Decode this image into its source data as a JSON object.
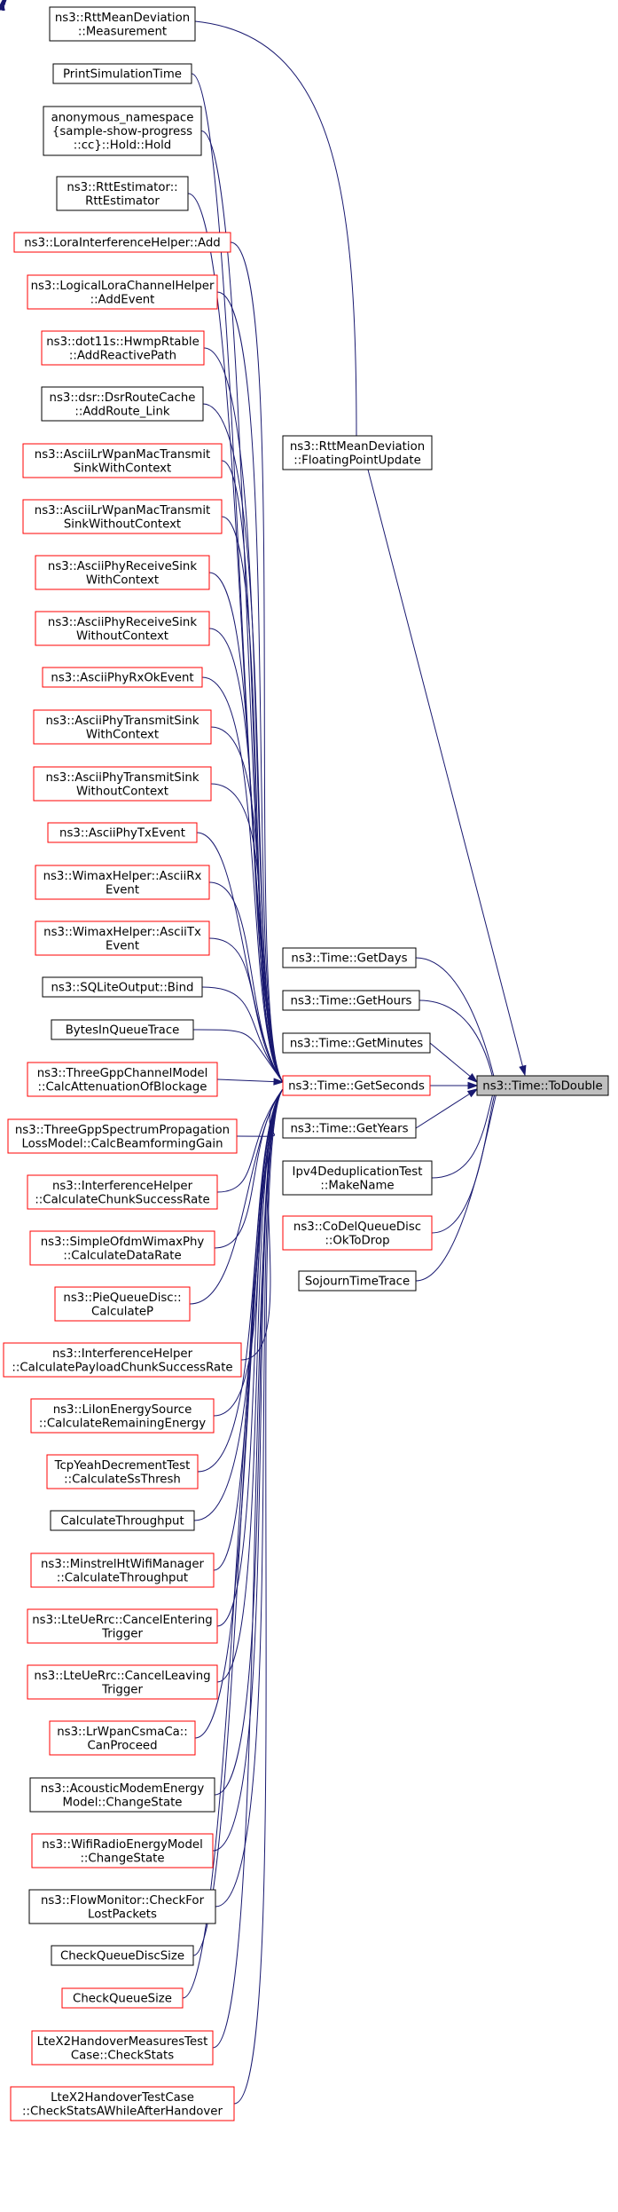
{
  "colors": {
    "edge": "#191970",
    "border_normal": "#000000",
    "border_linked_missing": "#ff0000",
    "target_fill": "#bfbfbf",
    "node_fill": "#ffffff"
  },
  "graph": {
    "target": {
      "id": "todouble",
      "lines": [
        "ns3::Time::ToDouble"
      ]
    },
    "direct_callers": [
      {
        "id": "floatingpoint",
        "lines": [
          "ns3::RttMeanDeviation",
          "::FloatingPointUpdate"
        ],
        "red": false
      },
      {
        "id": "getdays",
        "lines": [
          "ns3::Time::GetDays"
        ],
        "red": false
      },
      {
        "id": "gethours",
        "lines": [
          "ns3::Time::GetHours"
        ],
        "red": false
      },
      {
        "id": "getminutes",
        "lines": [
          "ns3::Time::GetMinutes"
        ],
        "red": false
      },
      {
        "id": "getseconds",
        "lines": [
          "ns3::Time::GetSeconds"
        ],
        "red": true
      },
      {
        "id": "getyears",
        "lines": [
          "ns3::Time::GetYears"
        ],
        "red": false
      },
      {
        "id": "ipv4dedup",
        "lines": [
          "Ipv4DeduplicationTest",
          "::MakeName"
        ],
        "red": false
      },
      {
        "id": "codel",
        "lines": [
          "ns3::CoDelQueueDisc",
          "::OkToDrop"
        ],
        "red": true
      },
      {
        "id": "sojourn",
        "lines": [
          "SojournTimeTrace"
        ],
        "red": false
      }
    ],
    "measurement_node": {
      "id": "measurement",
      "lines": [
        "ns3::RttMeanDeviation",
        "::Measurement"
      ],
      "red": false
    },
    "getseconds_callers": [
      {
        "lines": [
          "PrintSimulationTime"
        ],
        "red": false
      },
      {
        "lines": [
          "anonymous_namespace",
          "{sample-show-progress",
          "::cc}::Hold::Hold"
        ],
        "red": false
      },
      {
        "lines": [
          "ns3::RttEstimator::",
          "RttEstimator"
        ],
        "red": false
      },
      {
        "lines": [
          "ns3::LoraInterferenceHelper::Add"
        ],
        "red": true
      },
      {
        "lines": [
          "ns3::LogicalLoraChannelHelper",
          "::AddEvent"
        ],
        "red": true
      },
      {
        "lines": [
          "ns3::dot11s::HwmpRtable",
          "::AddReactivePath"
        ],
        "red": true
      },
      {
        "lines": [
          "ns3::dsr::DsrRouteCache",
          "::AddRoute_Link"
        ],
        "red": false
      },
      {
        "lines": [
          "ns3::AsciiLrWpanMacTransmit",
          "SinkWithContext"
        ],
        "red": true
      },
      {
        "lines": [
          "ns3::AsciiLrWpanMacTransmit",
          "SinkWithoutContext"
        ],
        "red": true
      },
      {
        "lines": [
          "ns3::AsciiPhyReceiveSink",
          "WithContext"
        ],
        "red": true
      },
      {
        "lines": [
          "ns3::AsciiPhyReceiveSink",
          "WithoutContext"
        ],
        "red": true
      },
      {
        "lines": [
          "ns3::AsciiPhyRxOkEvent"
        ],
        "red": true
      },
      {
        "lines": [
          "ns3::AsciiPhyTransmitSink",
          "WithContext"
        ],
        "red": true
      },
      {
        "lines": [
          "ns3::AsciiPhyTransmitSink",
          "WithoutContext"
        ],
        "red": true
      },
      {
        "lines": [
          "ns3::AsciiPhyTxEvent"
        ],
        "red": true
      },
      {
        "lines": [
          "ns3::WimaxHelper::AsciiRx",
          "Event"
        ],
        "red": true
      },
      {
        "lines": [
          "ns3::WimaxHelper::AsciiTx",
          "Event"
        ],
        "red": true
      },
      {
        "lines": [
          "ns3::SQLiteOutput::Bind"
        ],
        "red": false
      },
      {
        "lines": [
          "BytesInQueueTrace"
        ],
        "red": false
      },
      {
        "lines": [
          "ns3::ThreeGppChannelModel",
          "::CalcAttenuationOfBlockage"
        ],
        "red": true
      },
      {
        "lines": [
          "ns3::ThreeGppSpectrumPropagation",
          "LossModel::CalcBeamformingGain"
        ],
        "red": true
      },
      {
        "lines": [
          "ns3::InterferenceHelper",
          "::CalculateChunkSuccessRate"
        ],
        "red": true
      },
      {
        "lines": [
          "ns3::SimpleOfdmWimaxPhy",
          "::CalculateDataRate"
        ],
        "red": true
      },
      {
        "lines": [
          "ns3::PieQueueDisc::",
          "CalculateP"
        ],
        "red": true
      },
      {
        "lines": [
          "ns3::InterferenceHelper",
          "::CalculatePayloadChunkSuccessRate"
        ],
        "red": true
      },
      {
        "lines": [
          "ns3::LiIonEnergySource",
          "::CalculateRemainingEnergy"
        ],
        "red": true
      },
      {
        "lines": [
          "TcpYeahDecrementTest",
          "::CalculateSsThresh"
        ],
        "red": true
      },
      {
        "lines": [
          "CalculateThroughput"
        ],
        "red": false
      },
      {
        "lines": [
          "ns3::MinstrelHtWifiManager",
          "::CalculateThroughput"
        ],
        "red": true
      },
      {
        "lines": [
          "ns3::LteUeRrc::CancelEntering",
          "Trigger"
        ],
        "red": true
      },
      {
        "lines": [
          "ns3::LteUeRrc::CancelLeaving",
          "Trigger"
        ],
        "red": true
      },
      {
        "lines": [
          "ns3::LrWpanCsmaCa::",
          "CanProceed"
        ],
        "red": true
      },
      {
        "lines": [
          "ns3::AcousticModemEnergy",
          "Model::ChangeState"
        ],
        "red": false
      },
      {
        "lines": [
          "ns3::WifiRadioEnergyModel",
          "::ChangeState"
        ],
        "red": true
      },
      {
        "lines": [
          "ns3::FlowMonitor::CheckFor",
          "LostPackets"
        ],
        "red": false
      },
      {
        "lines": [
          "CheckQueueDiscSize"
        ],
        "red": false
      },
      {
        "lines": [
          "CheckQueueSize"
        ],
        "red": true
      },
      {
        "lines": [
          "LteX2HandoverMeasuresTest",
          "Case::CheckStats"
        ],
        "red": true
      },
      {
        "lines": [
          "LteX2HandoverTestCase",
          "::CheckStatsAWhileAfterHandover"
        ],
        "red": true
      }
    ]
  }
}
